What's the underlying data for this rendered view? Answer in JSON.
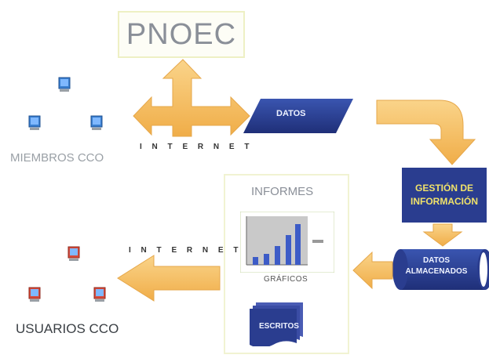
{
  "title": "PNOEC",
  "groups": {
    "members_label": "MIEMBROS CCO",
    "users_label": "USUARIOS CCO"
  },
  "links": {
    "internet_top": "I N T E R N E T",
    "internet_bottom": "I N T E R N E T"
  },
  "flow": {
    "datos": "DATOS",
    "gestion": "GESTIÓN DE INFORMACIÓN",
    "almacenados": "DATOS ALMACENADOS"
  },
  "informes": {
    "title": "INFORMES",
    "graficos_label": "GRÁFICOS",
    "escritos_label": "ESCRITOS"
  },
  "colors": {
    "arrow": "#f5c063",
    "navy": "#2a3d8f",
    "panel_text": "#f0e26a",
    "computer_members": "#3a7fd0",
    "computer_users": "#d84a3a"
  }
}
